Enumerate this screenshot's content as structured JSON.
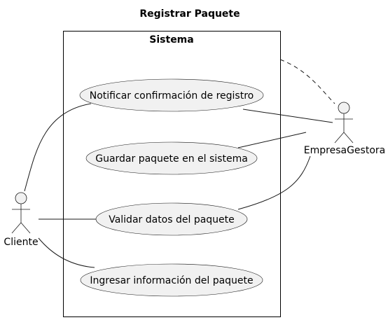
{
  "diagram": {
    "title": "Registrar Paquete",
    "system": {
      "label": "Sistema"
    },
    "actors": {
      "cliente": "Cliente",
      "empresa": "EmpresaGestora"
    },
    "use_cases": {
      "notificar": "Notificar confirmación de registro",
      "guardar": "Guardar paquete en el sistema",
      "validar": "Validar datos del paquete",
      "ingresar": "Ingresar información del paquete"
    }
  },
  "colors": {
    "use_case_fill": "#f1f1f1",
    "stroke": "#181818",
    "background": "#ffffff"
  }
}
